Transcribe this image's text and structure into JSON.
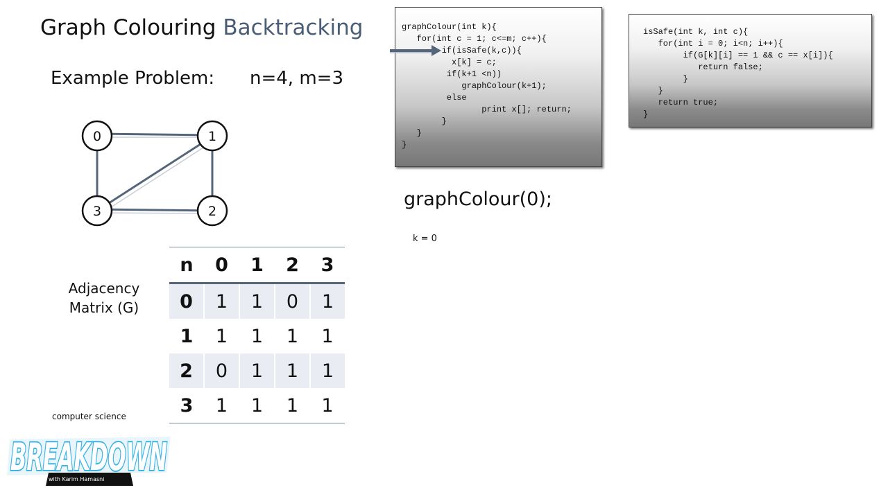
{
  "title": {
    "main": "Graph Colouring",
    "accent": "Backtracking"
  },
  "example": {
    "label": "Example Problem:",
    "params": "n=4, m=3"
  },
  "graph": {
    "nodes": [
      "0",
      "1",
      "2",
      "3"
    ],
    "edges": [
      [
        "0",
        "1"
      ],
      [
        "1",
        "2"
      ],
      [
        "2",
        "3"
      ],
      [
        "3",
        "0"
      ],
      [
        "1",
        "3"
      ]
    ]
  },
  "adjacency": {
    "label_line1": "Adjacency",
    "label_line2": "Matrix (G)",
    "header": [
      "n",
      "0",
      "1",
      "2",
      "3"
    ],
    "rows": [
      [
        "0",
        "1",
        "1",
        "0",
        "1"
      ],
      [
        "1",
        "1",
        "1",
        "1",
        "1"
      ],
      [
        "2",
        "0",
        "1",
        "1",
        "1"
      ],
      [
        "3",
        "1",
        "1",
        "1",
        "1"
      ]
    ]
  },
  "code_graph_colour": "graphColour(int k){\n   for(int c = 1; c<=m; c++){\n        if(isSafe(k,c)){\n          x[k] = c;\n         if(k+1 <n))\n            graphColour(k+1);\n         else\n                print x[]; return;\n        }\n   }\n}",
  "code_is_safe": "isSafe(int k, int c){\n   for(int i = 0; i<n; i++){\n        if(G[k][i] == 1 && c == x[i]){\n           return false;\n        }\n   }\n   return true;\n}",
  "call": "graphColour(0);",
  "k_value": "k = 0",
  "logo": {
    "top": "computer science",
    "main": "BREAKDOWN",
    "sub": "with Karim Hamasni"
  },
  "colors": {
    "accent": "#4a5d75",
    "edge": "#55657a",
    "logo": "#3fb3e3"
  }
}
